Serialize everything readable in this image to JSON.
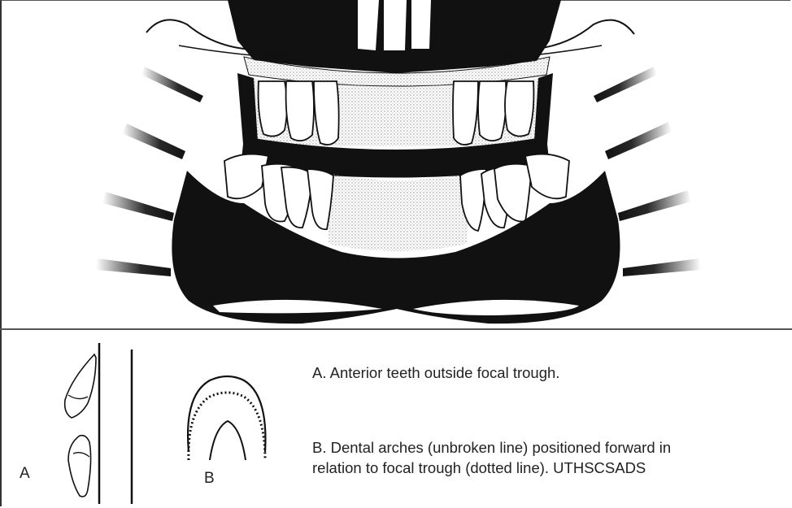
{
  "figure": {
    "caption_a": "A.  Anterior teeth outside focal trough.",
    "caption_b_line1": "B.  Dental arches (unbroken line) positioned forward in",
    "caption_b_line2": "relation to focal trough (dotted line).  UTHSCSADS",
    "label_a": "A",
    "label_b": "B"
  },
  "colors": {
    "ink": "#111111",
    "stipple": "#9a9a9a",
    "paper": "#ffffff"
  }
}
